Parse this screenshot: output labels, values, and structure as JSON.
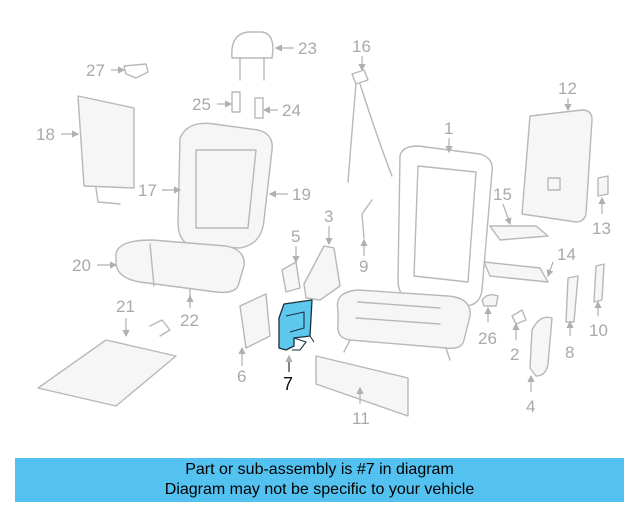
{
  "colors": {
    "highlight_part": "#5ec8ec",
    "banner_background": "#54c2f0",
    "callout_gray": "#a9a9a9",
    "line_gray": "#b8b8b8"
  },
  "highlighted_part": "7",
  "callouts": [
    "1",
    "2",
    "3",
    "4",
    "5",
    "6",
    "7",
    "8",
    "9",
    "10",
    "11",
    "12",
    "13",
    "14",
    "15",
    "16",
    "17",
    "18",
    "19",
    "20",
    "21",
    "22",
    "23",
    "24",
    "25",
    "26",
    "27"
  ],
  "banner": {
    "line1": "Part or sub-assembly is #7 in diagram",
    "line2": "Diagram may not be specific to your vehicle"
  }
}
